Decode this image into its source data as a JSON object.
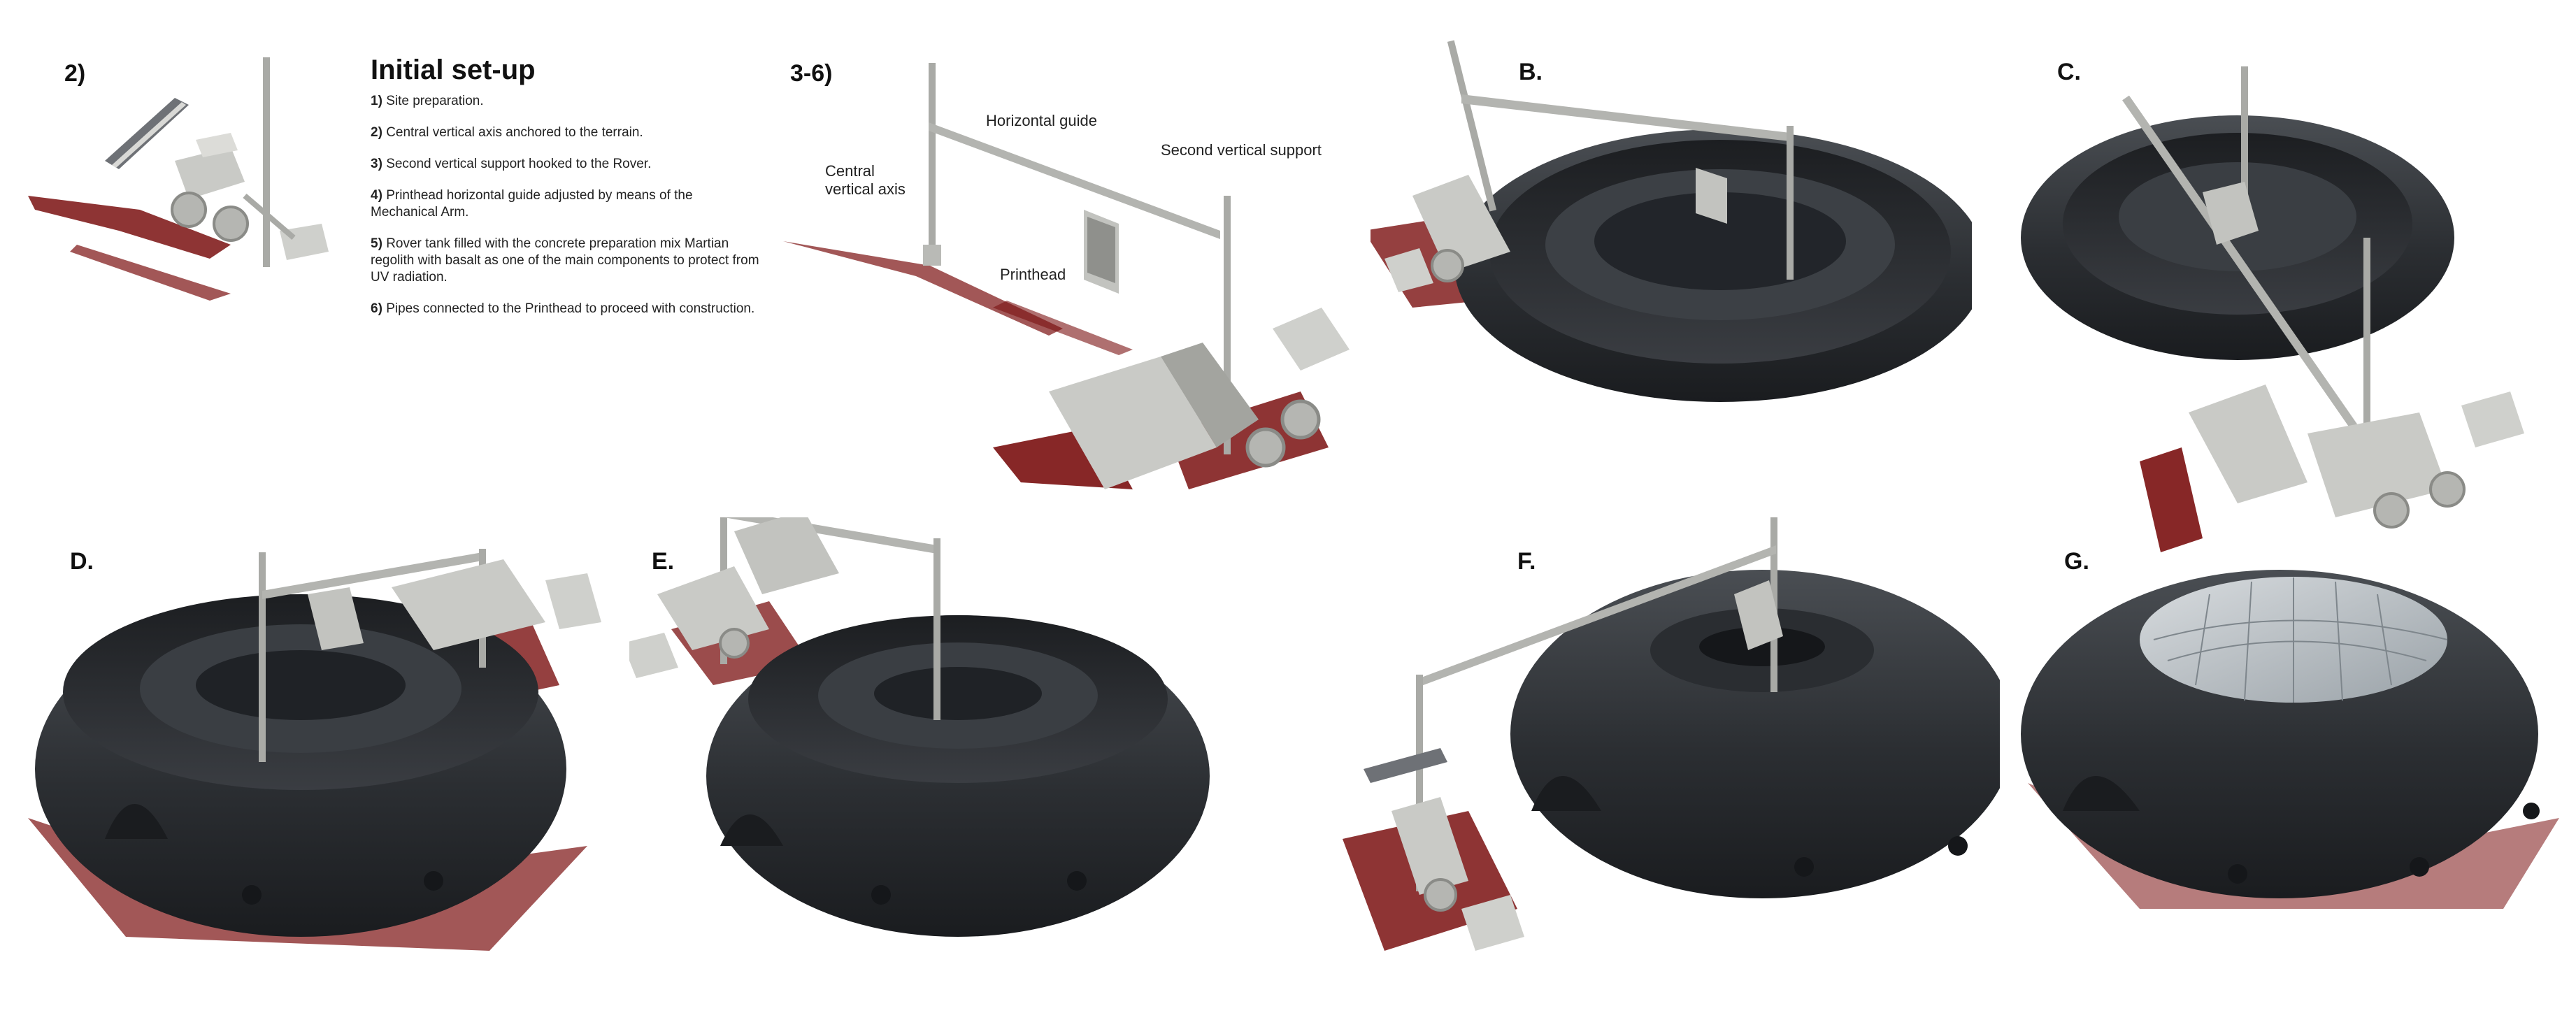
{
  "panels": {
    "p2": {
      "label": "2)"
    },
    "p36": {
      "label": "3-6)"
    },
    "pB": {
      "label": "B."
    },
    "pC": {
      "label": "C."
    },
    "pD": {
      "label": "D."
    },
    "pE": {
      "label": "E."
    },
    "pF": {
      "label": "F."
    },
    "pG": {
      "label": "G."
    }
  },
  "setup": {
    "title": "Initial set-up",
    "steps": [
      {
        "num": "1)",
        "text": "Site preparation."
      },
      {
        "num": "2)",
        "text": "Central vertical axis anchored to the terrain."
      },
      {
        "num": "3)",
        "text": "Second vertical support hooked to the Rover."
      },
      {
        "num": "4)",
        "text": "Printhead horizontal guide adjusted by means of the Mechanical Arm."
      },
      {
        "num": "5)",
        "text": "Rover tank filled with the concrete preparation mix Martian regolith with basalt as one of the main components to protect from UV radiation."
      },
      {
        "num": "6)",
        "text": "Pipes connected to the Printhead to proceed with construction."
      }
    ]
  },
  "callouts": {
    "horizontal_guide": "Horizontal guide",
    "central_axis_l1": "Central",
    "central_axis_l2": "vertical axis",
    "second_support": "Second vertical support",
    "printhead": "Printhead"
  },
  "colors": {
    "shadow": "#7a1010",
    "habitat": "#2f3236",
    "machine": "#c9cac6",
    "pole": "#a9aaa6"
  }
}
